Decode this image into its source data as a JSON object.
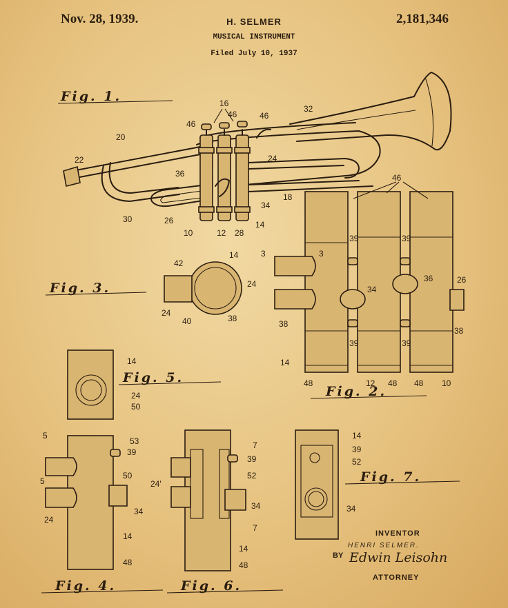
{
  "header": {
    "date": "Nov. 28, 1939.",
    "inventor": "H. SELMER",
    "subject": "MUSICAL INSTRUMENT",
    "filed": "Filed July 10, 1937",
    "patent_number": "2,181,346"
  },
  "figures": {
    "fig1": "Fig. 1.",
    "fig2": "Fig. 2.",
    "fig3": "Fig. 3.",
    "fig4": "Fig. 4.",
    "fig5": "Fig. 5.",
    "fig6": "Fig. 6.",
    "fig7": "Fig. 7."
  },
  "reference_numerals": {
    "fig1": [
      "16",
      "46",
      "46",
      "46",
      "32",
      "20",
      "22",
      "36",
      "24",
      "18",
      "34",
      "30",
      "26",
      "10",
      "12",
      "28",
      "14"
    ],
    "fig2": [
      "46",
      "3",
      "3",
      "24",
      "39",
      "39",
      "34",
      "36",
      "26",
      "38",
      "38",
      "39",
      "39",
      "14",
      "48",
      "12",
      "48",
      "48",
      "10"
    ],
    "fig3": [
      "42",
      "14",
      "24",
      "40",
      "38"
    ],
    "fig5": [
      "14",
      "24",
      "50"
    ],
    "fig4": [
      "5",
      "53",
      "39",
      "5",
      "50",
      "24",
      "34",
      "14",
      "48"
    ],
    "fig6": [
      "7",
      "39",
      "52",
      "24'",
      "34",
      "7",
      "14",
      "48"
    ],
    "fig7": [
      "14",
      "39",
      "52",
      "34"
    ]
  },
  "signature_block": {
    "inventor_label": "INVENTOR",
    "inventor_name": "HENRI SELMER.",
    "by_label": "BY",
    "attorney_signature": "Edwin Leisohn",
    "attorney_label": "ATTORNEY"
  },
  "colors": {
    "paper": "#e9c88a",
    "ink": "#2a1d10"
  }
}
